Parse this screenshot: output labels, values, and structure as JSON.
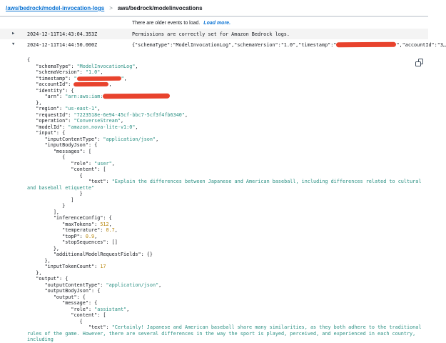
{
  "breadcrumb": {
    "link": "/aws/bedrock/model-invocation-logs",
    "separator": ">",
    "current": "aws/bedrock/modelinvocations"
  },
  "loader": {
    "text": "There are older events to load.",
    "link_label": "Load more."
  },
  "icons": {
    "collapsed_expander": "▶",
    "expanded_expander": "▼",
    "copy": "copy-icon"
  },
  "colors": {
    "accent_blue": "#0972d3",
    "string_teal": "#2b9083",
    "number_amber": "#b8860b",
    "redaction_red": "#e8432d",
    "row_stripe": "#f4f4f4",
    "text_dark": "#16191f"
  },
  "events": [
    {
      "expanded": false,
      "timestamp": "2024-12-11T14:43:04.353Z",
      "message": "Permissions are correctly set for Amazon Bedrock logs."
    },
    {
      "expanded": true,
      "timestamp": "2024-12-11T14:44:50.000Z",
      "message_segments": [
        {
          "t": "{\"schemaType\":\"ModelInvocationLog\",\"schemaVersion\":\"1.0\",\"timestamp\":\"",
          "c": "p"
        },
        {
          "r": 84
        },
        {
          "t": "\",\"accountId\":\"3…",
          "c": "p"
        }
      ]
    }
  ],
  "json_viewer": {
    "lines": [
      [
        {
          "t": "{",
          "c": "p"
        }
      ],
      [
        {
          "t": "   \"schemaType\": ",
          "c": "p"
        },
        {
          "t": "\"ModelInvocationLog\"",
          "c": "s"
        },
        {
          "t": ",",
          "c": "p"
        }
      ],
      [
        {
          "t": "   \"schemaVersion\": ",
          "c": "p"
        },
        {
          "t": "\"1.0\"",
          "c": "s"
        },
        {
          "t": ",",
          "c": "p"
        }
      ],
      [
        {
          "t": "   \"timestamp\": ",
          "c": "p"
        },
        {
          "t": "\"",
          "c": "s"
        },
        {
          "r": 62
        },
        {
          "t": "\"",
          "c": "s"
        },
        {
          "t": ",",
          "c": "p"
        }
      ],
      [
        {
          "t": "   \"accountId\": ",
          "c": "p"
        },
        {
          "r": 49
        },
        {
          "t": ",",
          "c": "p"
        }
      ],
      [
        {
          "t": "   \"identity\": {",
          "c": "p"
        }
      ],
      [
        {
          "t": "      \"arn\": ",
          "c": "p"
        },
        {
          "t": "\"arn:aws:iam:",
          "c": "s"
        },
        {
          "r": 94,
          "big": true
        }
      ],
      [
        {
          "t": "   },",
          "c": "p"
        }
      ],
      [
        {
          "t": "   \"region\": ",
          "c": "p"
        },
        {
          "t": "\"us-east-1\"",
          "c": "s"
        },
        {
          "t": ",",
          "c": "p"
        }
      ],
      [
        {
          "t": "   \"requestId\": ",
          "c": "p"
        },
        {
          "t": "\"7223518e-6e94-45cf-bbc7-5cf3f4fb6340\"",
          "c": "s"
        },
        {
          "t": ",",
          "c": "p"
        }
      ],
      [
        {
          "t": "   \"operation\": ",
          "c": "p"
        },
        {
          "t": "\"ConverseStream\"",
          "c": "s"
        },
        {
          "t": ",",
          "c": "p"
        }
      ],
      [
        {
          "t": "   \"modelId\": ",
          "c": "p"
        },
        {
          "t": "\"amazon.nova-lite-v1:0\"",
          "c": "s"
        },
        {
          "t": ",",
          "c": "p"
        }
      ],
      [
        {
          "t": "   \"input\": {",
          "c": "p"
        }
      ],
      [
        {
          "t": "      \"inputContentType\": ",
          "c": "p"
        },
        {
          "t": "\"application/json\"",
          "c": "s"
        },
        {
          "t": ",",
          "c": "p"
        }
      ],
      [
        {
          "t": "      \"inputBodyJson\": {",
          "c": "p"
        }
      ],
      [
        {
          "t": "         \"messages\": [",
          "c": "p"
        }
      ],
      [
        {
          "t": "            {",
          "c": "p"
        }
      ],
      [
        {
          "t": "               \"role\": ",
          "c": "p"
        },
        {
          "t": "\"user\"",
          "c": "s"
        },
        {
          "t": ",",
          "c": "p"
        }
      ],
      [
        {
          "t": "               \"content\": [",
          "c": "p"
        }
      ],
      [
        {
          "t": "                  {",
          "c": "p"
        }
      ],
      [
        {
          "t": "                     \"text\": ",
          "c": "p"
        },
        {
          "t": "\"Explain the differences between Japanese and American baseball, including differences related to cultural and baseball etiquette\"",
          "c": "s"
        }
      ],
      [
        {
          "t": "                  }",
          "c": "p"
        }
      ],
      [
        {
          "t": "               ]",
          "c": "p"
        }
      ],
      [
        {
          "t": "            }",
          "c": "p"
        }
      ],
      [
        {
          "t": "         ],",
          "c": "p"
        }
      ],
      [
        {
          "t": "         \"inferenceConfig\": {",
          "c": "p"
        }
      ],
      [
        {
          "t": "            \"maxTokens\": ",
          "c": "p"
        },
        {
          "t": "512",
          "c": "n"
        },
        {
          "t": ",",
          "c": "p"
        }
      ],
      [
        {
          "t": "            \"temperature\": ",
          "c": "p"
        },
        {
          "t": "0.7",
          "c": "n"
        },
        {
          "t": ",",
          "c": "p"
        }
      ],
      [
        {
          "t": "            \"topP\": ",
          "c": "p"
        },
        {
          "t": "0.9",
          "c": "n"
        },
        {
          "t": ",",
          "c": "p"
        }
      ],
      [
        {
          "t": "            \"stopSequences\": []",
          "c": "p"
        }
      ],
      [
        {
          "t": "         },",
          "c": "p"
        }
      ],
      [
        {
          "t": "         \"additionalModelRequestFields\": {}",
          "c": "p"
        }
      ],
      [
        {
          "t": "      },",
          "c": "p"
        }
      ],
      [
        {
          "t": "      \"inputTokenCount\": ",
          "c": "p"
        },
        {
          "t": "17",
          "c": "n"
        }
      ],
      [
        {
          "t": "   },",
          "c": "p"
        }
      ],
      [
        {
          "t": "   \"output\": {",
          "c": "p"
        }
      ],
      [
        {
          "t": "      \"outputContentType\": ",
          "c": "p"
        },
        {
          "t": "\"application/json\"",
          "c": "s"
        },
        {
          "t": ",",
          "c": "p"
        }
      ],
      [
        {
          "t": "      \"outputBodyJson\": {",
          "c": "p"
        }
      ],
      [
        {
          "t": "         \"output\": {",
          "c": "p"
        }
      ],
      [
        {
          "t": "            \"message\": {",
          "c": "p"
        }
      ],
      [
        {
          "t": "               \"role\": ",
          "c": "p"
        },
        {
          "t": "\"assistant\"",
          "c": "s"
        },
        {
          "t": ",",
          "c": "p"
        }
      ],
      [
        {
          "t": "               \"content\": [",
          "c": "p"
        }
      ],
      [
        {
          "t": "                  {",
          "c": "p"
        }
      ],
      [
        {
          "t": "                     \"text\": ",
          "c": "p"
        },
        {
          "t": "\"Certainly! Japanese and American baseball share many similarities, as they both adhere to the traditional rules of the game. However, there are several differences in the way the sport is played, perceived, and experienced in each country, including",
          "c": "s"
        }
      ]
    ]
  }
}
